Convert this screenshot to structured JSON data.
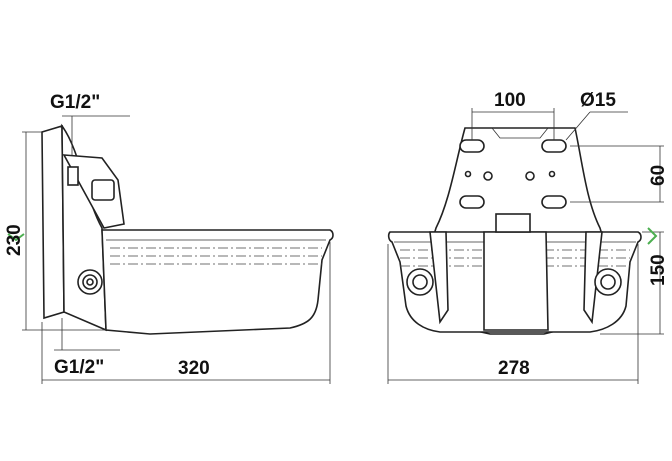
{
  "side_view": {
    "inlet_thread_top": "G1/2\"",
    "inlet_thread_bottom": "G1/2\"",
    "height_dim": "230",
    "width_dim": "320"
  },
  "front_view": {
    "hole_spacing_dim": "100",
    "hole_diameter_dim": "Ø15",
    "bracket_height_dim": "60",
    "bowl_height_dim": "150",
    "width_dim": "278"
  },
  "colors": {
    "line": "#222222",
    "accent_chevron": "#4caf50"
  }
}
